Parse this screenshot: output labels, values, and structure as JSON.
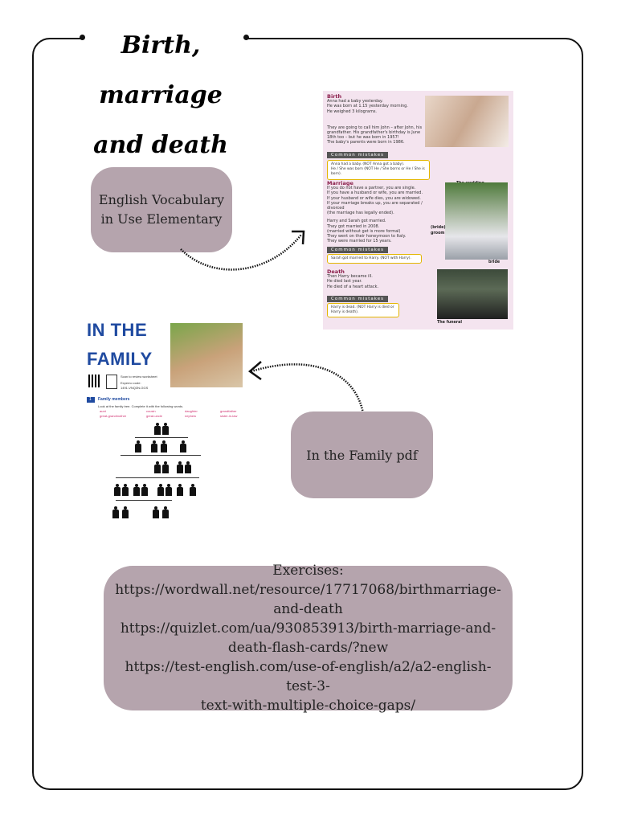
{
  "title": {
    "line1": "Birth,",
    "line2": "marriage",
    "line3": "and death"
  },
  "vocab_resource": {
    "label_line1": "English Vocabulary",
    "label_line2": "in Use Elementary"
  },
  "family_resource": {
    "label": "In the Family pdf"
  },
  "exercises": {
    "heading": "Exercises:",
    "links": [
      "https://wordwall.net/resource/17717068/birthmarriage-",
      "and-death",
      "https://quizlet.com/ua/930853913/birth-marriage-and-",
      "death-flash-cards/?new",
      "https://test-english.com/use-of-english/a2/a2-english-test-3-",
      "text-with-multiple-choice-gaps/"
    ]
  },
  "vocab_page": {
    "birth_heading": "Birth",
    "birth_text": [
      "Anna had a baby yesterday.",
      "He was born at 1.15 yesterday morning.",
      "He weighed 3 kilograms."
    ],
    "birth_text2": [
      "They are going to call him John – after John, his",
      "grandfather. His grandfather's birthday is June",
      "18th too – but he was born in 1957!",
      "The baby's parents were born in 1986."
    ],
    "common_mistakes": "Common mistakes",
    "birth_box": [
      "Anna had a baby. (NOT Anna got a baby).",
      "He / She was born (NOT He / She borns or He / She is born)."
    ],
    "marriage_heading": "Marriage",
    "marriage_text": [
      "If you do not have a partner, you are single.",
      "If you have a husband or wife, you are married.",
      "If your husband or wife dies, you are widowed.",
      "If your marriage breaks up, you are separated / divorced",
      "(the marriage has legally ended)."
    ],
    "marriage_text2": [
      "Harry and Sarah got married.",
      "They got married in 2008.",
      "(married without get is more formal)",
      "They went on their honeymoon to Italy.",
      "They were married for 15 years."
    ],
    "marriage_box": "Sarah got married to Harry. (NOT with Harry).",
    "death_heading": "Death",
    "death_text": [
      "Then Harry became ill.",
      "He died last year.",
      "He died of a heart attack."
    ],
    "death_box": [
      "Harry is dead. (NOT Harry is died or",
      "Harry is death)."
    ],
    "caption_wedding": "The wedding",
    "caption_bride": "(bride)",
    "caption_groom": "groom",
    "caption_bride2": "bride",
    "caption_funeral": "The funeral"
  },
  "family_page": {
    "title1": "IN THE",
    "title2": "FAMILY",
    "qr_note": "Scan to review worksheet",
    "code_label": "Expemo code:",
    "code": "1491-VNQ3N-GGS",
    "section_number": "1",
    "section_title": "Family members",
    "instruction": "Look at the family tree. Complete it with the following words.",
    "words": [
      "aunt",
      "cousin",
      "daughter",
      "grandfather",
      "great-grandmother",
      "great-uncle",
      "nephew",
      "sister-in-law"
    ]
  },
  "colors": {
    "pill": "#b5a4ad",
    "heading_pink": "#8b1f4c",
    "family_blue": "#1f4aa0"
  }
}
